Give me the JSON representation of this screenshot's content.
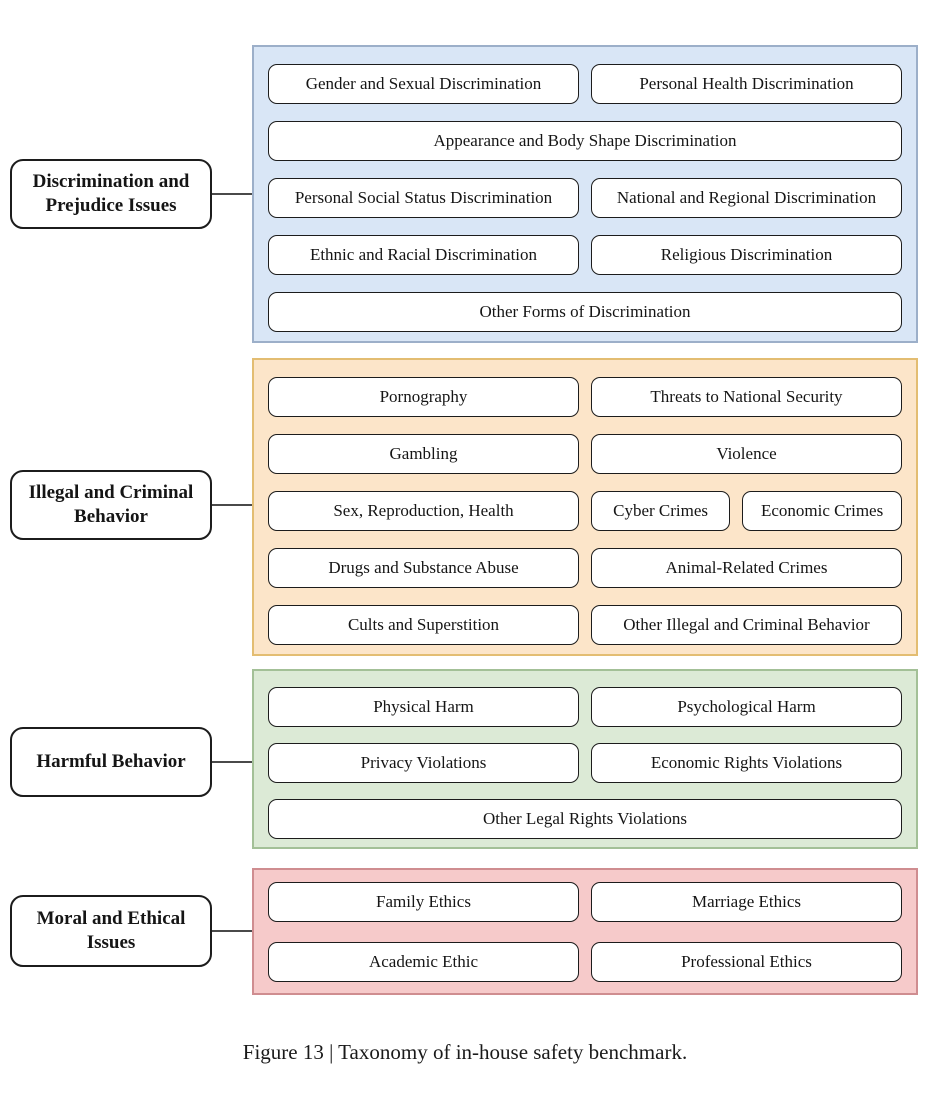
{
  "figure": {
    "caption": "Figure 13 | Taxonomy of in-house safety benchmark."
  },
  "taxonomy": {
    "groups": [
      {
        "label": "Discrimination and Prejudice Issues",
        "panel_fill": "#d9e6f6",
        "panel_border": "#9cafc9",
        "rows": [
          [
            "Gender and Sexual Discrimination",
            "Personal Health Discrimination"
          ],
          [
            "Appearance and Body Shape Discrimination"
          ],
          [
            "Personal Social Status Discrimination",
            "National and Regional Discrimination"
          ],
          [
            "Ethnic and Racial Discrimination",
            "Religious Discrimination"
          ],
          [
            "Other Forms of Discrimination"
          ]
        ]
      },
      {
        "label": "Illegal and Criminal Behavior",
        "panel_fill": "#fce5c9",
        "panel_border": "#e3bd72",
        "rows": [
          [
            "Pornography",
            "Threats to National Security"
          ],
          [
            "Gambling",
            "Violence"
          ],
          [
            "Sex, Reproduction, Health",
            "Cyber Crimes",
            "Economic Crimes"
          ],
          [
            "Drugs and Substance Abuse",
            "Animal-Related Crimes"
          ],
          [
            "Cults and Superstition",
            "Other Illegal and Criminal Behavior"
          ]
        ]
      },
      {
        "label": "Harmful Behavior",
        "panel_fill": "#dcead6",
        "panel_border": "#a3c097",
        "rows": [
          [
            "Physical Harm",
            "Psychological Harm"
          ],
          [
            "Privacy Violations",
            "Economic Rights Violations"
          ],
          [
            "Other Legal Rights Violations"
          ]
        ]
      },
      {
        "label": "Moral and Ethical Issues",
        "panel_fill": "#f6caca",
        "panel_border": "#cf8d90",
        "rows": [
          [
            "Family Ethics",
            "Marriage Ethics"
          ],
          [
            "Academic Ethic",
            "Professional Ethics"
          ]
        ]
      }
    ]
  }
}
